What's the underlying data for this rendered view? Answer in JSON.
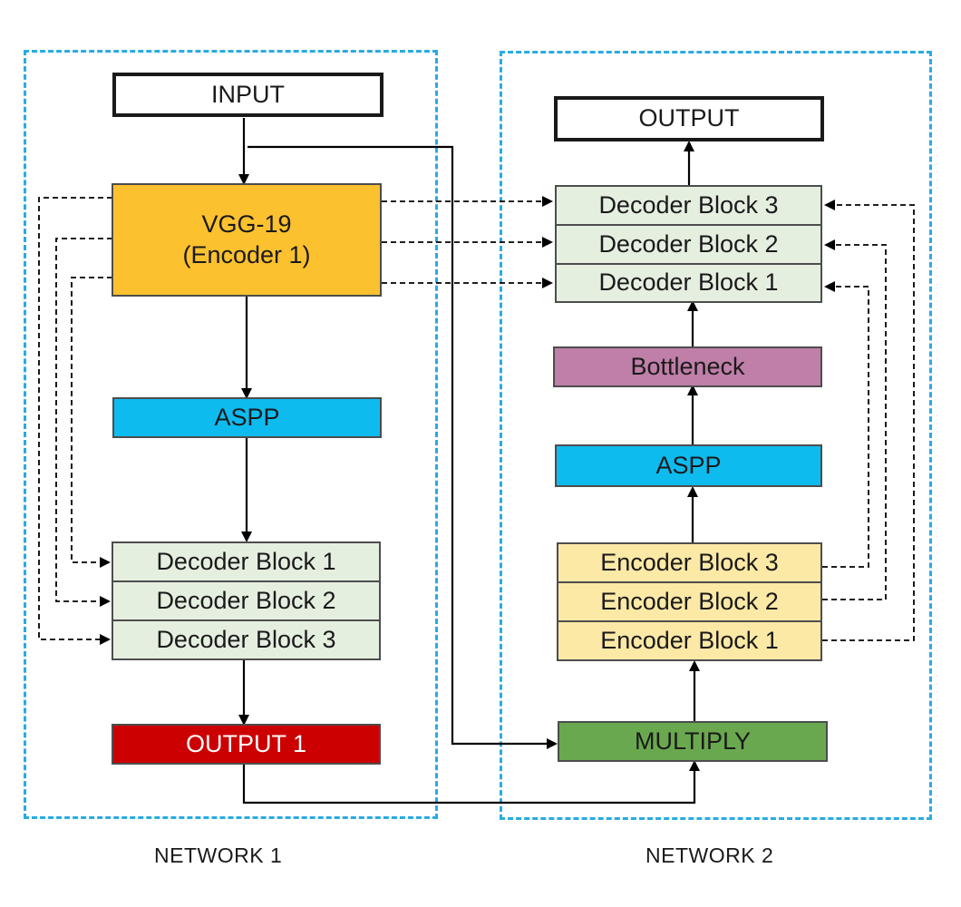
{
  "colors": {
    "frame": "#29abe2",
    "vgg": "#fcc12f",
    "aspp": "#0ebbef",
    "decoder": "#e5efe0",
    "encoder": "#fde9a6",
    "bottleneck": "#bf7fa8",
    "output1": "#cc0000",
    "multiply": "#6aa84f"
  },
  "network1": {
    "label": "NETWORK 1",
    "input": "INPUT",
    "encoder": "VGG-19\n(Encoder 1)",
    "aspp": "ASPP",
    "decoder_blocks": [
      "Decoder Block 1",
      "Decoder Block 2",
      "Decoder Block 3"
    ],
    "output": "OUTPUT 1"
  },
  "network2": {
    "label": "NETWORK 2",
    "output": "OUTPUT",
    "decoder_blocks": [
      "Decoder Block 3",
      "Decoder Block 2",
      "Decoder Block 1"
    ],
    "bottleneck": "Bottleneck",
    "aspp": "ASPP",
    "encoder_blocks": [
      "Encoder Block 3",
      "Encoder Block 2",
      "Encoder Block 1"
    ],
    "multiply": "MULTIPLY"
  }
}
